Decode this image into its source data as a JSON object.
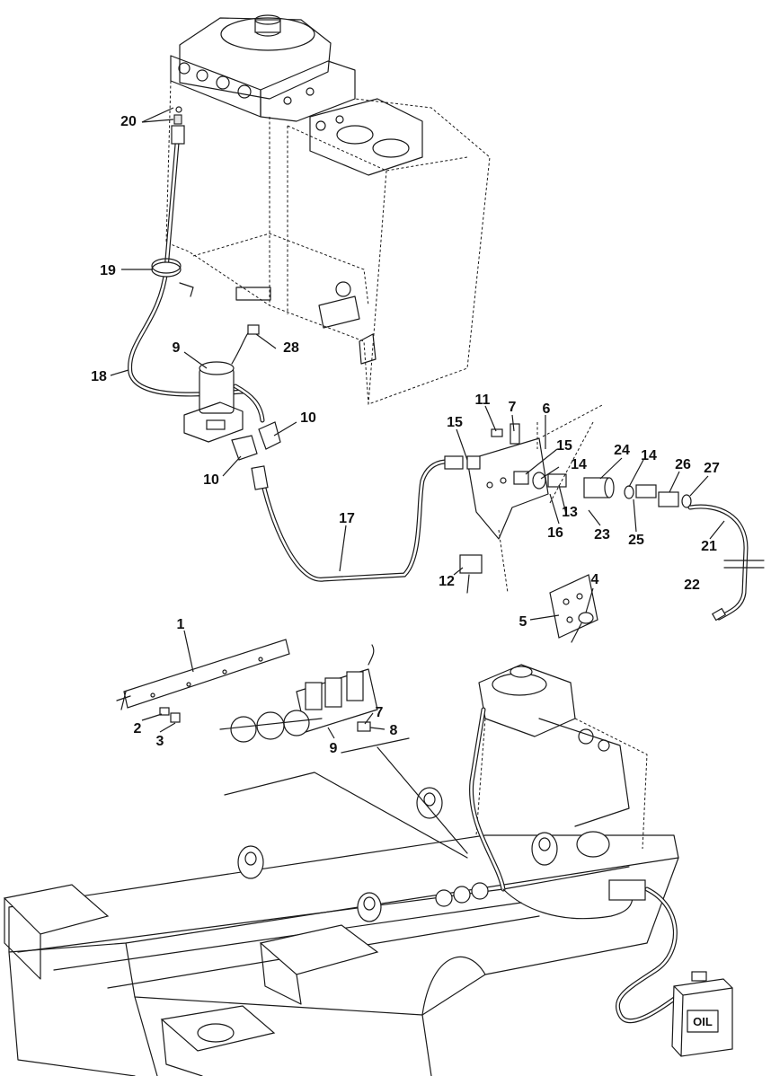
{
  "diagram": {
    "callouts": {
      "c1": "1",
      "c2": "2",
      "c3": "3",
      "c4": "4",
      "c5": "5",
      "c6": "6",
      "c7a": "7",
      "c7b": "7",
      "c8": "8",
      "c9a": "9",
      "c9b": "9",
      "c10a": "10",
      "c10b": "10",
      "c11": "11",
      "c12": "12",
      "c13": "13",
      "c14a": "14",
      "c14b": "14",
      "c15a": "15",
      "c15b": "15",
      "c16": "16",
      "c17": "17",
      "c18": "18",
      "c19": "19",
      "c20": "20",
      "c21": "21",
      "c22": "22",
      "c23": "23",
      "c24": "24",
      "c25": "25",
      "c26": "26",
      "c27": "27",
      "c28": "28"
    },
    "oil_container_label": "OIL"
  }
}
